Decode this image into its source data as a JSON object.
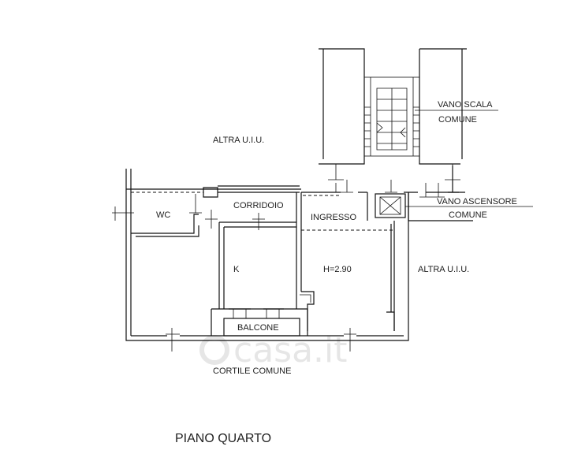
{
  "labels": {
    "altra_uiu_top": "ALTRA U.I.U.",
    "altra_uiu_right": "ALTRA U.I.U.",
    "vano_scala_1": "VANO SCALA",
    "vano_scala_2": "COMUNE",
    "vano_ascensore_1": "VANO ASCENSORE",
    "vano_ascensore_2": "COMUNE",
    "wc": "WC",
    "corridoio": "CORRIDOIO",
    "ingresso": "INGRESSO",
    "kitchen": "K",
    "height": "H=2.90",
    "balcone": "BALCONE",
    "cortile": "CORTILE COMUNE",
    "floor_title": "PIANO QUARTO"
  },
  "watermark": {
    "text": "casa.it"
  }
}
